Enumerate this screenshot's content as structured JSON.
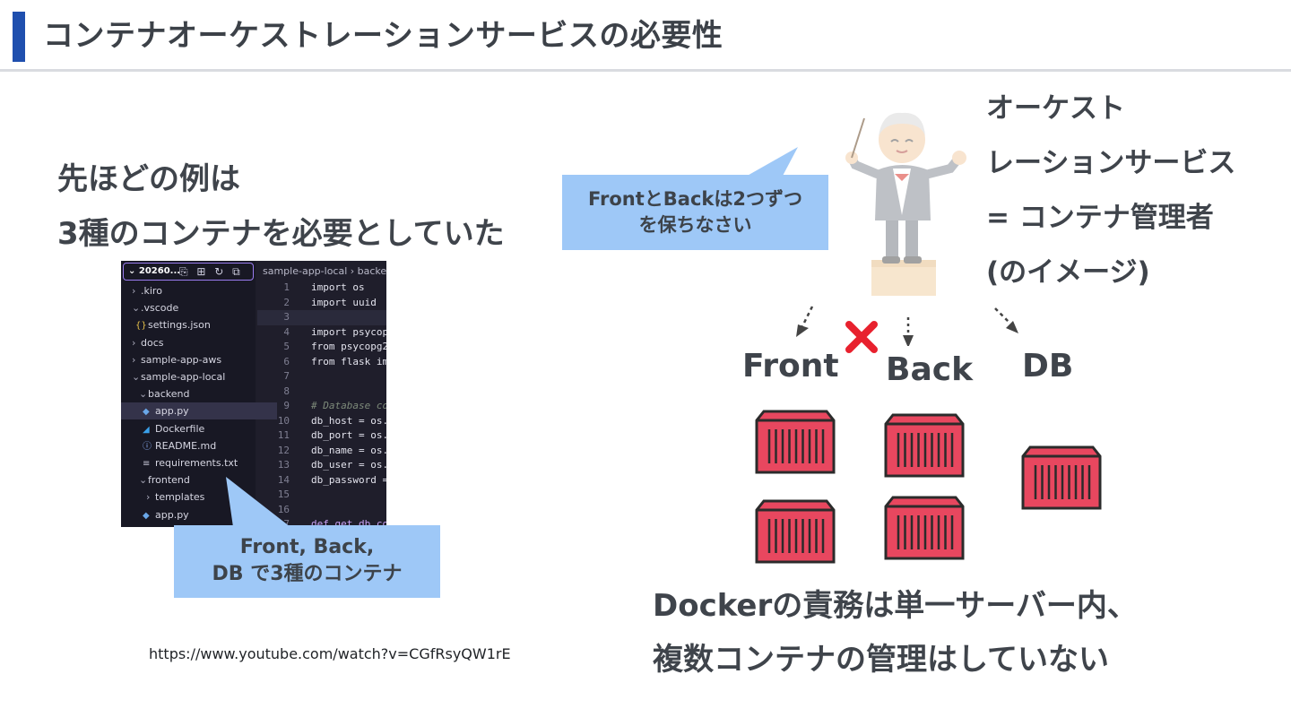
{
  "header": {
    "title": "コンテナオーケストレーションサービスの必要性"
  },
  "intro": {
    "line1": "先ほどの例は",
    "line2": "3種のコンテナを必要としていた"
  },
  "editor": {
    "root_label": "20260...",
    "tool_icons": "⎘ ⊞ ↻ ⧉",
    "breadcrumb": "sample-app-local › backe",
    "tree": [
      {
        "label": ".kiro",
        "chev": "›",
        "icon": "",
        "indent": 12
      },
      {
        "label": ".vscode",
        "chev": "⌄",
        "icon": "",
        "indent": 12
      },
      {
        "label": "settings.json",
        "chev": "",
        "icon": "{}",
        "icon_type": "json",
        "indent": 16
      },
      {
        "label": "docs",
        "chev": "›",
        "icon": "",
        "indent": 12
      },
      {
        "label": "sample-app-aws",
        "chev": "›",
        "icon": "",
        "indent": 12
      },
      {
        "label": "sample-app-local",
        "chev": "⌄",
        "icon": "",
        "indent": 12
      },
      {
        "label": "backend",
        "chev": "⌄",
        "icon": "",
        "indent": 20
      },
      {
        "label": "app.py",
        "chev": "",
        "icon": "◆",
        "icon_type": "py",
        "indent": 24,
        "selected": true
      },
      {
        "label": "Dockerfile",
        "chev": "",
        "icon": "◢",
        "icon_type": "docker",
        "indent": 24
      },
      {
        "label": "README.md",
        "chev": "",
        "icon": "ⓘ",
        "icon_type": "info",
        "indent": 24
      },
      {
        "label": "requirements.txt",
        "chev": "",
        "icon": "≡",
        "icon_type": "txt",
        "indent": 24
      },
      {
        "label": "frontend",
        "chev": "⌄",
        "icon": "",
        "indent": 20
      },
      {
        "label": "templates",
        "chev": "›",
        "icon": "",
        "indent": 28
      },
      {
        "label": "app.py",
        "chev": "",
        "icon": "◆",
        "icon_type": "py",
        "indent": 24
      }
    ],
    "code": [
      {
        "n": "1",
        "t": "import os",
        "k": ""
      },
      {
        "n": "2",
        "t": "import uuid",
        "k": ""
      },
      {
        "n": "3",
        "t": "",
        "k": "",
        "hl": true
      },
      {
        "n": "4",
        "t": "import psycop",
        "k": ""
      },
      {
        "n": "5",
        "t": "from psycopg2",
        "k": ""
      },
      {
        "n": "6",
        "t": "from flask im",
        "k": ""
      },
      {
        "n": "7",
        "t": "",
        "k": ""
      },
      {
        "n": "8",
        "t": "",
        "k": ""
      },
      {
        "n": "9",
        "t": "# Database co",
        "k": "cm"
      },
      {
        "n": "10",
        "t": "db_host = os.",
        "k": ""
      },
      {
        "n": "11",
        "t": "db_port = os.",
        "k": ""
      },
      {
        "n": "12",
        "t": "db_name = os.",
        "k": ""
      },
      {
        "n": "13",
        "t": "db_user = os.",
        "k": ""
      },
      {
        "n": "14",
        "t": "db_password =",
        "k": ""
      },
      {
        "n": "15",
        "t": "",
        "k": ""
      },
      {
        "n": "16",
        "t": "",
        "k": ""
      },
      {
        "n": "17",
        "t": "def get_db_co",
        "k": "kw"
      }
    ]
  },
  "callout_left": {
    "line1": "Front, Back,",
    "line2": "DB で3種のコンテナ"
  },
  "source_url": "https://www.youtube.com/watch?v=CGfRsyQW1rE",
  "callout_right": {
    "line1": "FrontとBackは2つずつ",
    "line2": "を保ちなさい"
  },
  "orchestration": {
    "line1": "オーケスト",
    "line2": "レーションサービス",
    "line3": "= コンテナ管理者",
    "line4": "(のイメージ)"
  },
  "labels": {
    "front": "Front",
    "back": "Back",
    "db": "DB"
  },
  "bottom": {
    "line1": "Dockerの責務は単一サーバー内、",
    "line2": "複数コンテナの管理はしていない"
  },
  "colors": {
    "accent": "#1f4fae",
    "callout": "#9ec8f7",
    "container": "#e8475f",
    "cross": "#e8212e"
  }
}
